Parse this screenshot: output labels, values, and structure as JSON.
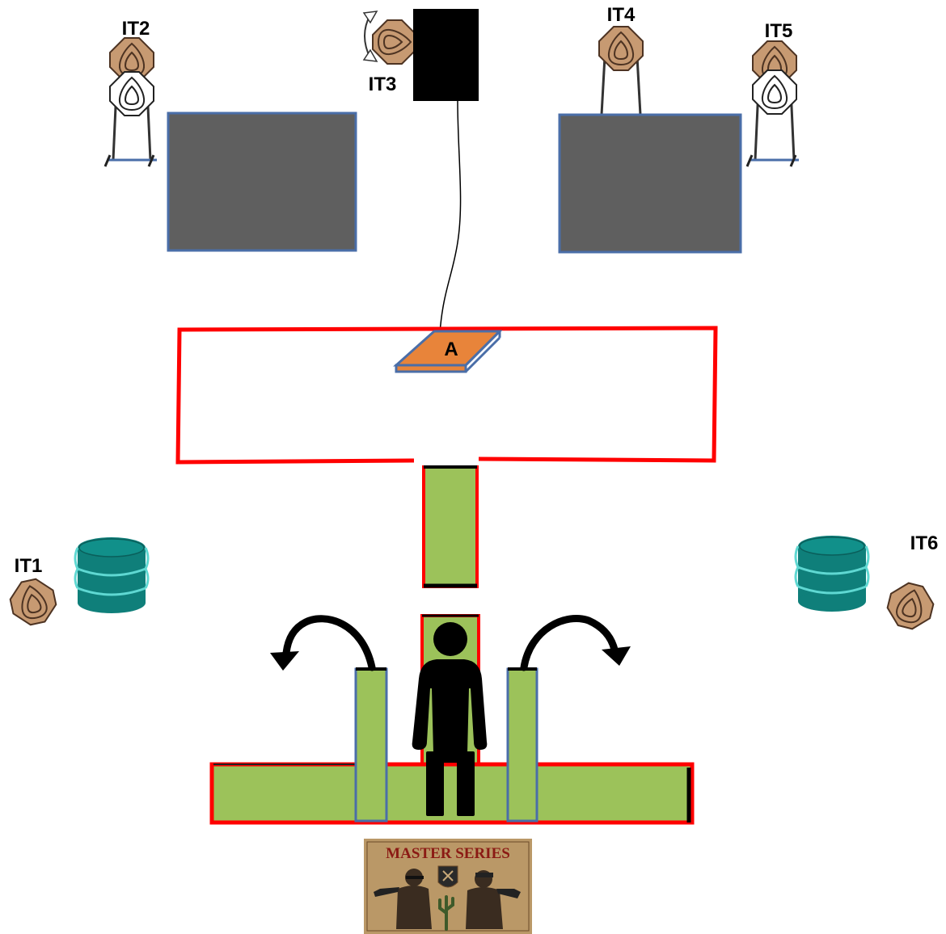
{
  "labels": {
    "it1": "IT1",
    "it2": "IT2",
    "it3": "IT3",
    "it4": "IT4",
    "it5": "IT5",
    "it6": "IT6",
    "activator": "A"
  },
  "logo": {
    "title": "MASTER SERIES"
  },
  "colors": {
    "fault_line": "#ff0000",
    "wall_panel": "#5f5f5f",
    "wall_border": "#4a6ea8",
    "barricade": "#9cc25a",
    "barrel": "#0f7f7a",
    "barrel_hoop": "#5fd8d2",
    "target_cardboard": "#c79a72",
    "activator_plate": "#e8843a",
    "door_swing_arrow": "#000000",
    "shooter": "#000000"
  },
  "icons": {
    "shooter": "person-silhouette-icon",
    "target": "octagon-target-icon",
    "no_shoot": "white-no-shoot-target-icon",
    "barrel": "barrel-icon",
    "swinger": "rotation-arrow-icon",
    "door_swing": "curved-arrow-icon"
  }
}
